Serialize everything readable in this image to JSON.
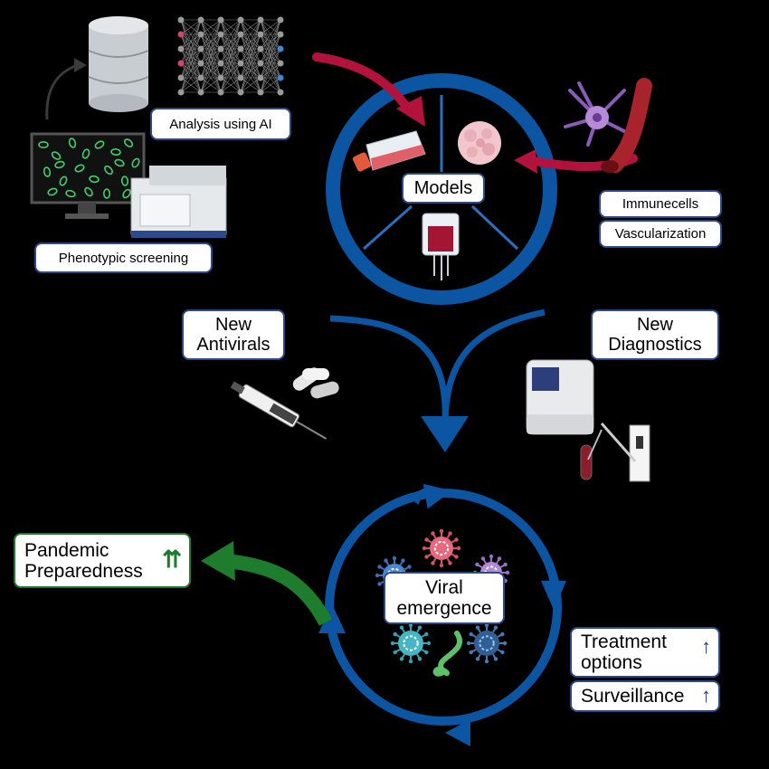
{
  "labels": {
    "analysis": "Analysis using AI",
    "phenotypic": "Phenotypic screening",
    "models": "Models",
    "immunecells": "Immunecells",
    "vascularization": "Vascularization",
    "new_antivirals": "New\nAntivirals",
    "new_diagnostics": "New\nDiagnostics",
    "pandemic": "Pandemic\nPreparedness",
    "viral": "Viral\nemergence",
    "treatment": "Treatment\noptions",
    "surveillance": "Surveillance"
  },
  "indicators": {
    "pandemic_arrows": "⇈",
    "treatment_arrow": "↑",
    "surveillance_arrow": "↑"
  },
  "colors": {
    "background": "#000000",
    "cycle_blue": "#0b55a3",
    "arrow_red": "#b3123c",
    "arrow_green": "#1d7d2c",
    "label_border": "#2a4a8a"
  }
}
